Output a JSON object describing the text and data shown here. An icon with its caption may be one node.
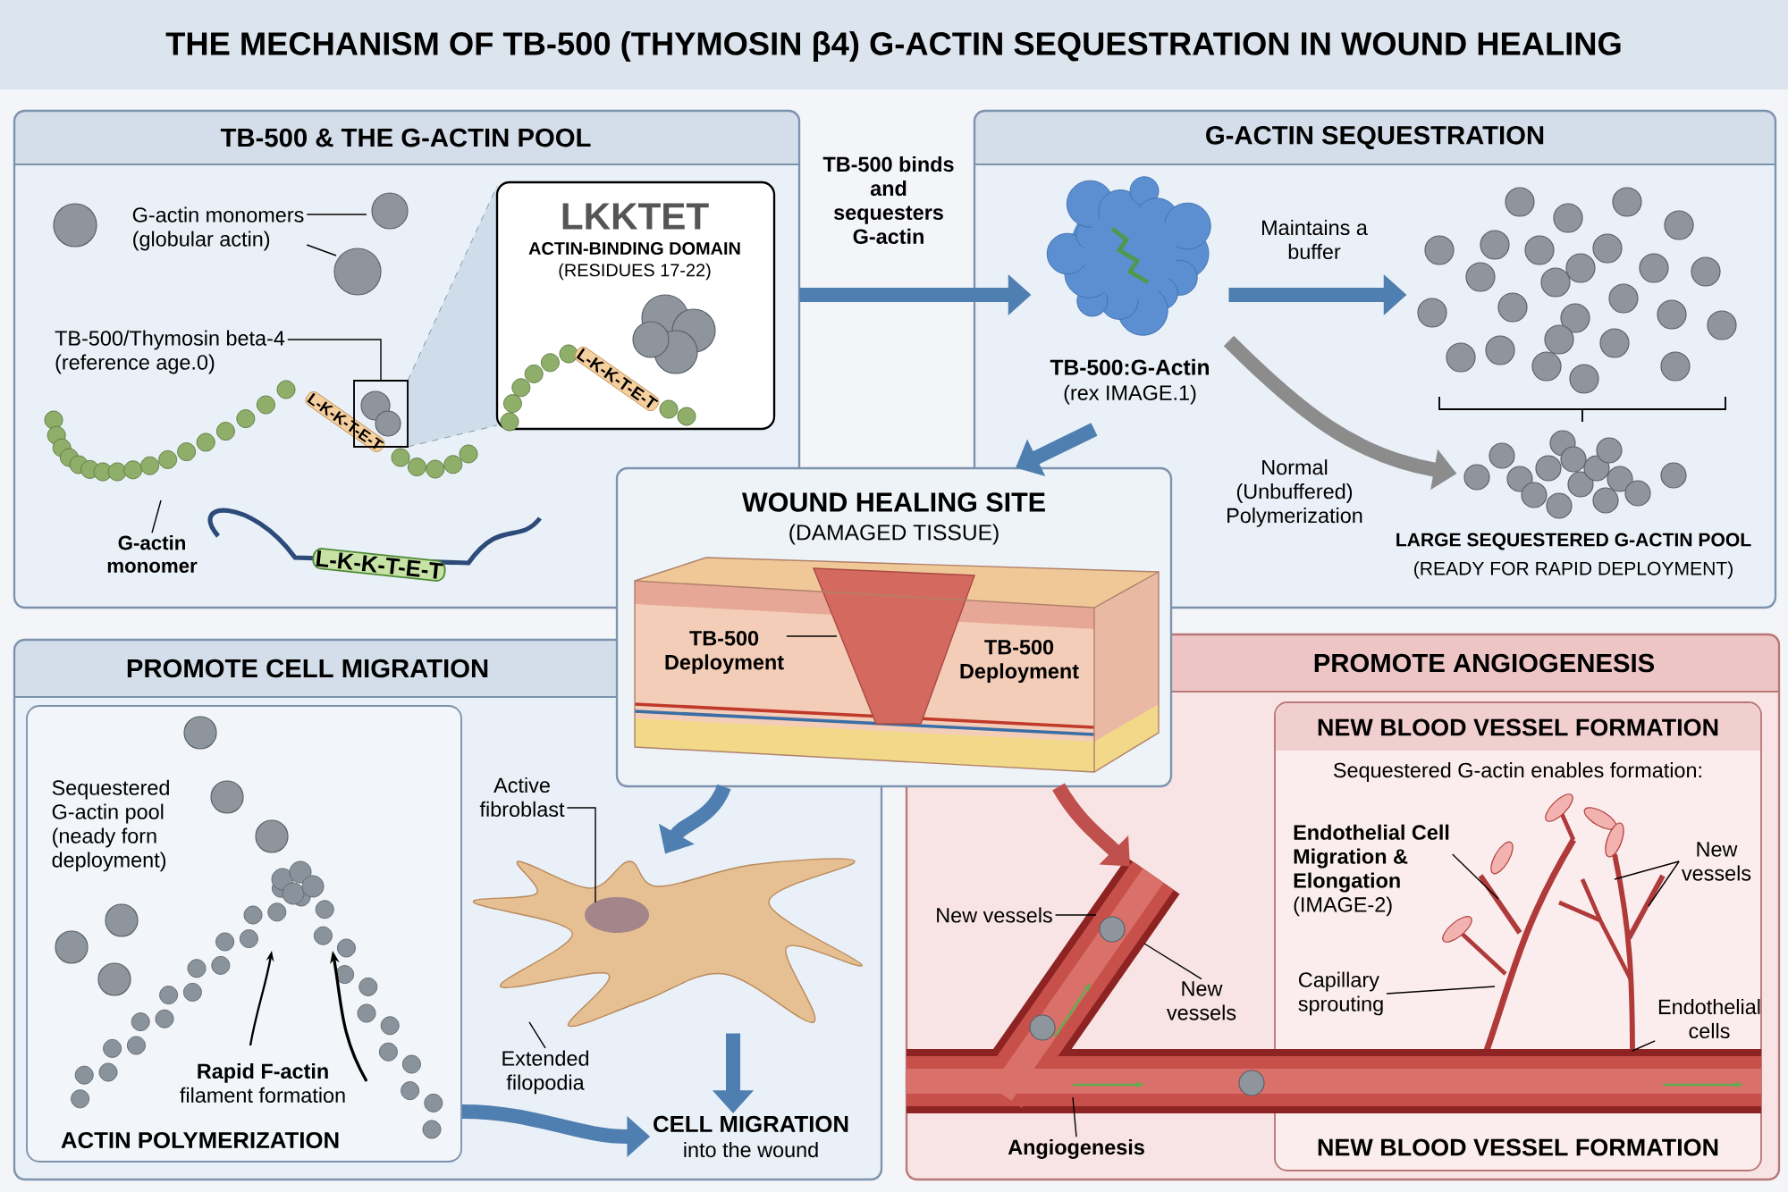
{
  "diagram": {
    "title": "THE MECHANISM OF TB-500 (THYMOSIN β4) G-ACTIN SEQUESTRATION IN WOUND HEALING",
    "nodes": [
      {
        "text": [
          "TB-500 & THE G-ACTIN POOL"
        ]
      },
      {
        "text": [
          "G-actin monomers (globular actin)"
        ],
        "in": 0
      },
      {
        "text": [
          "TB-500/Thymosin beta-4 (reference age.0)"
        ],
        "in": 0
      },
      {
        "text": [
          "G-actin monomer"
        ],
        "in": 0
      },
      {
        "text": [
          "LKKTET",
          "ACTIN-BINDING DOMAIN",
          "(RESIDUES 17-22)"
        ],
        "in": 0
      },
      {
        "text": [
          "G-ACTIN SEQUESTRATION"
        ]
      },
      {
        "text": [
          "TB-500:G-Actin",
          "(rex IMAGE.1)"
        ],
        "in": 5
      },
      {
        "text": [],
        "shape": "picture",
        "in": 5
      },
      {
        "text": [],
        "shape": "picture",
        "in": 5,
        "beside": [
          "LARGE SEQUESTERED G-ACTIN POOL",
          "(READY FOR RAPID DEPLOYMENT)"
        ]
      },
      {
        "text": [
          "WOUND HEALING SITE",
          "(DAMAGED TISSUE)",
          "TB-500 Deployment"
        ]
      },
      {
        "text": [
          "TB-500 Deployment"
        ],
        "in": 9
      },
      {
        "text": [
          "PROMOTE CELL MIGRATION"
        ]
      },
      {
        "text": [
          "Sequestered G-actin pool (neady forn deployment)",
          "**Rapid F-actin** filament formation",
          "ACTIN POLYMERIZATION"
        ],
        "in": 11
      },
      {
        "text": [],
        "shape": "picture",
        "in": 11
      },
      {
        "text": [
          "Active fibroblast"
        ],
        "in": 11
      },
      {
        "text": [
          "Extended filopodia"
        ],
        "in": 11
      },
      {
        "text": [
          "CELL MIGRATION",
          "into the wound"
        ],
        "in": 11
      },
      {
        "text": [
          "PROMOTE ANGIOGENESIS"
        ]
      },
      {
        "text": [],
        "shape": "picture",
        "in": 17
      },
      {
        "text": [
          "NEW BLOOD VESSEL FORMATION",
          "Sequestered G-actin enables formation:",
          "NEW BLOOD VESSEL FORMATION"
        ],
        "in": 17
      },
      {
        "text": [
          "New vessels"
        ],
        "in": 18
      },
      {
        "text": [
          "New vessels"
        ],
        "in": 18
      },
      {
        "text": [
          "Angiogenesis"
        ],
        "in": 17
      },
      {
        "text": [
          "**Endothelial Cell Migration & Elongation** (IMAGE-2)"
        ],
        "in": 19
      },
      {
        "text": [
          "Capillary sprouting"
        ]
      },
      {
        "text": [
          "New vessels"
        ],
        "in": 19
      },
      {
        "text": [
          "Endothelial cells"
        ]
      },
      {
        "text": [],
        "shape": "box",
        "in": 0
      }
    ],
    "edges": [
      {
        "from": 0,
        "to": 6,
        "arrow": "to",
        "label": "TB-500 binds and sequesters G-actin",
        "style": "thick",
        "color": "#4f7fb0"
      },
      {
        "from": 6,
        "to": 7,
        "arrow": "to",
        "label": "Maintains a buffer",
        "style": "thick",
        "color": "#4f7fb0"
      },
      {
        "from": 6,
        "to": 8,
        "arrow": "to",
        "label": "Normal (Unbuffered) Polymerization",
        "style": "thick",
        "color": "#8c8c8c"
      },
      {
        "from": 6,
        "to": 9,
        "arrow": "to",
        "style": "thick",
        "color": "#4f7fb0"
      },
      {
        "from": 9,
        "to": 13,
        "arrow": "to",
        "style": "thick",
        "color": "#4f7fb0"
      },
      {
        "from": 9,
        "to": 18,
        "arrow": "to",
        "style": "thick",
        "color": "#c0504d"
      },
      {
        "from": 12,
        "to": 16,
        "arrow": "to",
        "style": "thick",
        "color": "#4f7fb0"
      },
      {
        "from": 13,
        "to": 16,
        "arrow": "to",
        "style": "thick",
        "color": "#4f7fb0"
      },
      {
        "from": 1,
        "to": null,
        "arrow": "none"
      },
      {
        "from": 1,
        "to": null,
        "arrow": "none"
      },
      {
        "from": 2,
        "to": 27,
        "arrow": "none"
      },
      {
        "from": 3,
        "to": null,
        "arrow": "none"
      },
      {
        "from": 10,
        "to": 9,
        "arrow": "none"
      },
      {
        "from": 14,
        "to": 13,
        "arrow": "none"
      },
      {
        "from": 15,
        "to": 13,
        "arrow": "none"
      },
      {
        "from": 20,
        "to": 18,
        "arrow": "none"
      },
      {
        "from": 21,
        "to": 18,
        "arrow": "none"
      },
      {
        "from": 22,
        "to": 18,
        "arrow": "none"
      },
      {
        "from": 23,
        "to": 18,
        "arrow": "none"
      },
      {
        "from": 24,
        "to": 18,
        "arrow": "none"
      },
      {
        "from": 25,
        "to": 18,
        "arrow": "none"
      },
      {
        "from": 25,
        "to": 18,
        "arrow": "none"
      },
      {
        "from": 26,
        "to": 18,
        "arrow": "none"
      }
    ],
    "labels": [
      "L-K-K-T-E-T",
      "L-K-K-T-E-T",
      "L-K-K-T-E-T"
    ]
  }
}
